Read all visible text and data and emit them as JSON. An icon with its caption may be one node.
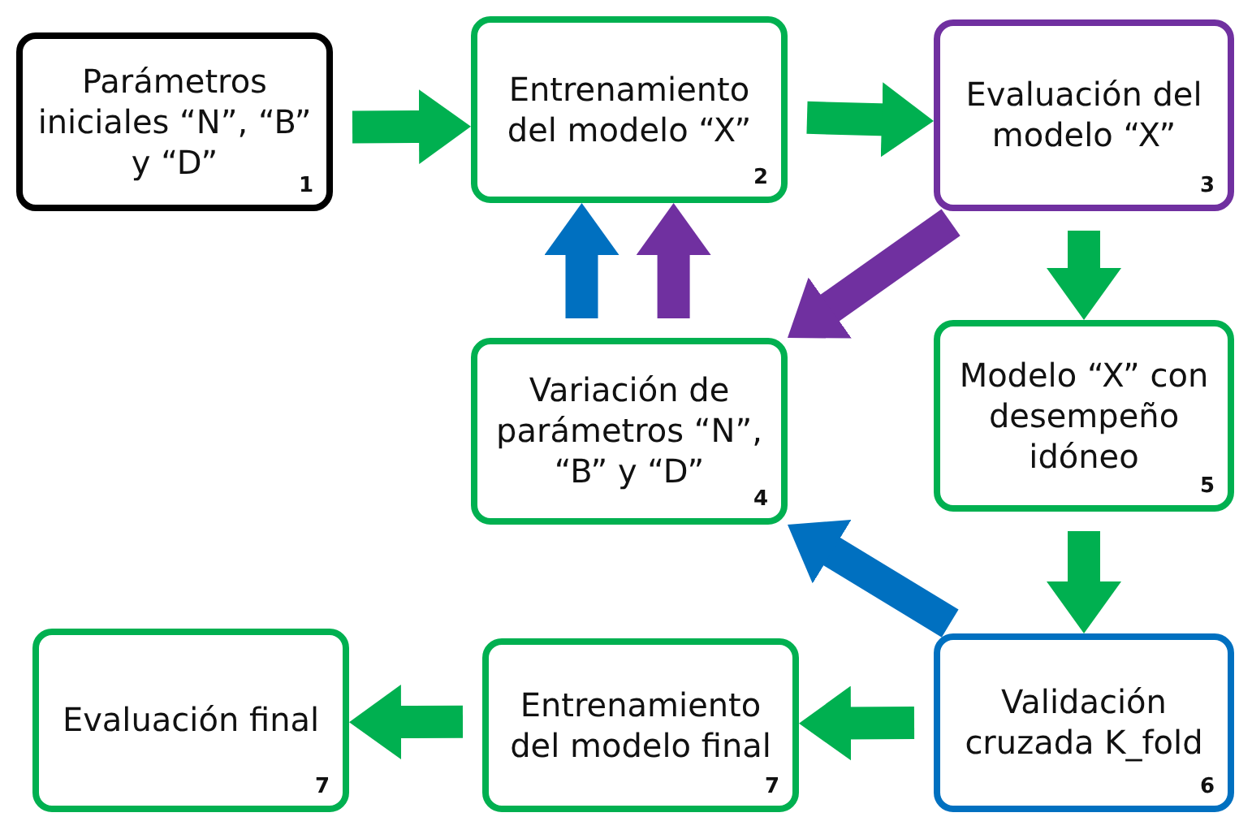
{
  "diagram": {
    "nodes": [
      {
        "text": [
          "Parámetros iniciales “N”, “B” y “D”",
          "1"
        ]
      },
      {
        "text": [
          "Entrenamiento del modelo “X”",
          "2"
        ]
      },
      {
        "text": [
          "Evaluación del modelo “X”",
          "3"
        ]
      },
      {
        "text": [
          "Variación de parámetros “N”, “B” y “D”",
          "4"
        ]
      },
      {
        "text": [
          "Modelo “X” con desempeño idóneo",
          "5"
        ]
      },
      {
        "text": [
          "Validación cruzada K_fold",
          "6"
        ]
      },
      {
        "text": [
          "Entrenamiento del modelo final",
          "7"
        ]
      },
      {
        "text": [
          "Evaluación final",
          "7"
        ]
      }
    ],
    "edges": [
      {
        "from": 0,
        "to": 1,
        "arrow": "to"
      },
      {
        "from": 1,
        "to": 2,
        "arrow": "to"
      },
      {
        "from": 2,
        "to": 3,
        "arrow": "to",
        "color": "#7030a0"
      },
      {
        "from": 3,
        "to": 1,
        "arrow": "to",
        "color": "#7030a0"
      },
      {
        "from": 2,
        "to": 4,
        "arrow": "to"
      },
      {
        "from": 4,
        "to": 5,
        "arrow": "to"
      },
      {
        "from": 5,
        "to": 3,
        "arrow": "to",
        "color": "#0070c0"
      },
      {
        "from": 3,
        "to": 1,
        "arrow": "to",
        "color": "#0070c0"
      },
      {
        "from": 5,
        "to": 6,
        "arrow": "to"
      },
      {
        "from": 6,
        "to": 7,
        "arrow": "to"
      }
    ]
  }
}
